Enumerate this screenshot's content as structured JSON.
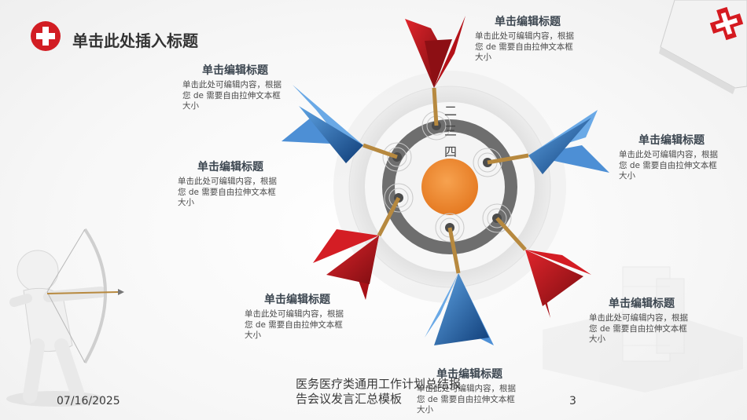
{
  "slide": {
    "title": "单击此处插入标题",
    "colors": {
      "red": "#c0141c",
      "blue": "#1f5fa8",
      "orange": "#ef8a2e",
      "ring_gray": "#6e6e6e"
    },
    "ring_labels": [
      "二",
      "三",
      "四"
    ],
    "callouts": [
      {
        "heading": "单击编辑标题",
        "body": "单击此处可编辑内容，根据您 de 需要自由拉伸文本框大小"
      },
      {
        "heading": "单击编辑标题",
        "body": "单击此处可编辑内容，根据您 de 需要自由拉伸文本框大小"
      },
      {
        "heading": "单击编辑标题",
        "body": "单击此处可编辑内容，根据您 de 需要自由拉伸文本框大小"
      },
      {
        "heading": "单击编辑标题",
        "body": "单击此处可编辑内容，根据您 de 需要自由拉伸文本框大小"
      },
      {
        "heading": "单击编辑标题",
        "body": "单击此处可编辑内容，根据您 de 需要自由拉伸文本框大小"
      },
      {
        "heading": "单击编辑标题",
        "body": "单击此处可编辑内容，根据您 de 需要自由拉伸文本框大小"
      },
      {
        "heading": "单击编辑标题",
        "body": "单击此处可编辑内容，根据您 de 需要自由拉伸文本框大小"
      }
    ],
    "icons": [
      "red-cross-icon",
      "first-aid-kit-icon",
      "archer-icon",
      "building-icon",
      "dartboard-icon",
      "dart-icon"
    ]
  },
  "footer": {
    "date": "07/16/2025",
    "center_text": "医务医疗类通用工作计划总结报告会议发言汇总模板",
    "page_number": "3"
  }
}
